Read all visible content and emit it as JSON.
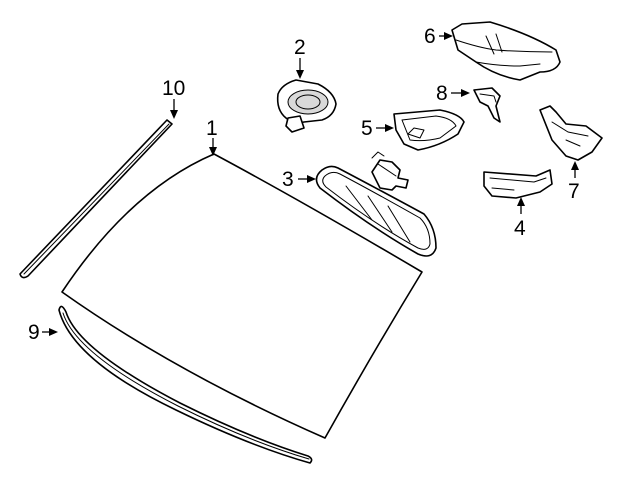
{
  "callouts": [
    {
      "id": "1",
      "part": "windshield"
    },
    {
      "id": "2",
      "part": "rain-sensor"
    },
    {
      "id": "3",
      "part": "rear-view-mirror"
    },
    {
      "id": "4",
      "part": "lower-cover"
    },
    {
      "id": "5",
      "part": "mounting-bracket"
    },
    {
      "id": "6",
      "part": "upper-cover"
    },
    {
      "id": "7",
      "part": "side-cover"
    },
    {
      "id": "8",
      "part": "clip"
    },
    {
      "id": "9",
      "part": "lower-molding"
    },
    {
      "id": "10",
      "part": "side-molding"
    }
  ]
}
